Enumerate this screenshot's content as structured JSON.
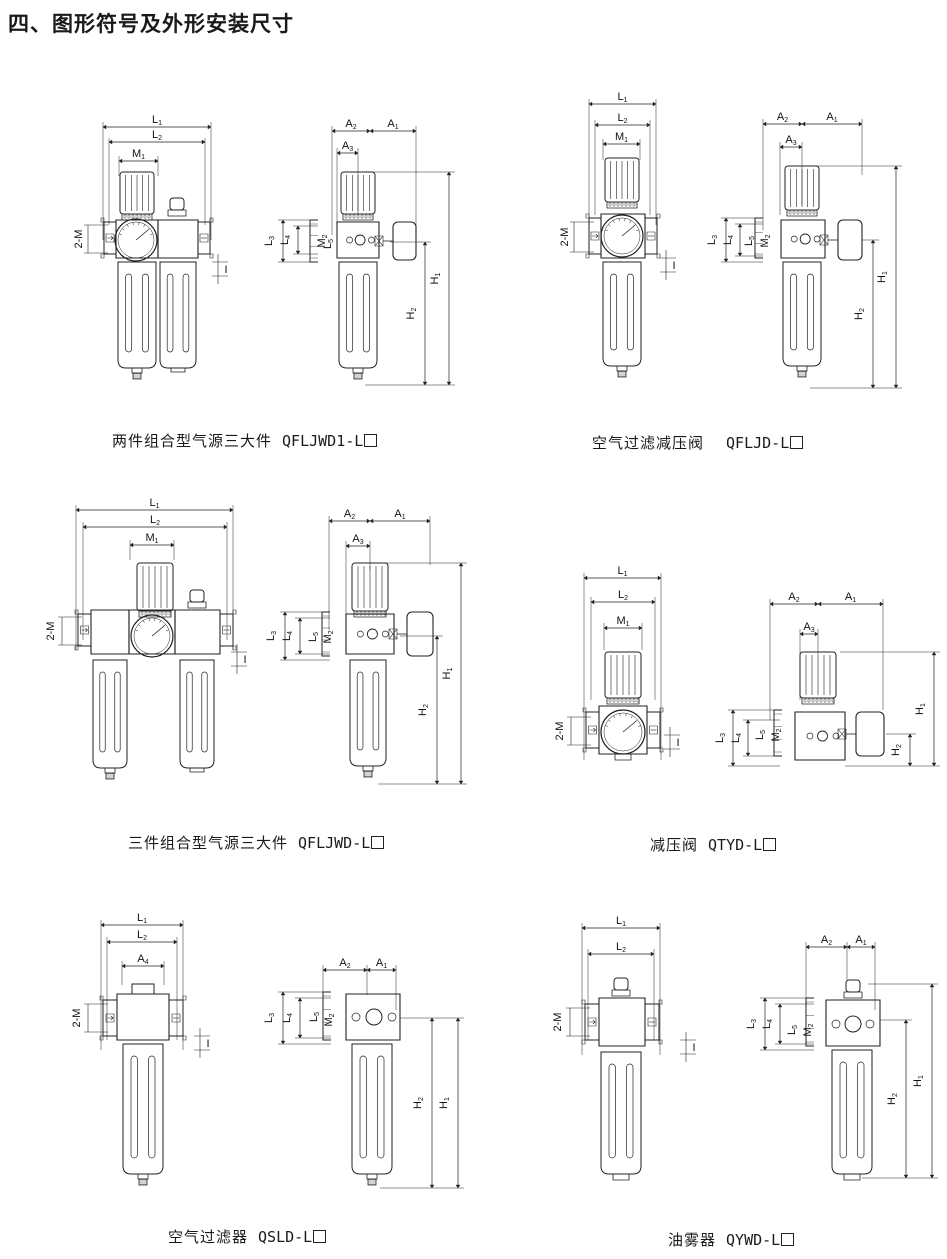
{
  "heading": "四、图形符号及外形安装尺寸",
  "dimension_labels": {
    "L1": "L1",
    "L2": "L2",
    "L3": "L3",
    "L4": "L4",
    "L5": "L5",
    "M1": "M1",
    "M2": "M2",
    "A1": "A1",
    "A2": "A2",
    "A3": "A3",
    "A4": "A4",
    "H1": "H1",
    "H2": "H2",
    "two_m": "2-M",
    "i": "I"
  },
  "panels": [
    {
      "id": "qfljwd1",
      "name": "两件组合型气源三大件",
      "model": "QFLJWD1-L"
    },
    {
      "id": "qfljd",
      "name": "空气过滤减压阀",
      "model": "QFLJD-L"
    },
    {
      "id": "qfljwd",
      "name": "三件组合型气源三大件",
      "model": "QFLJWD-L"
    },
    {
      "id": "qtyd",
      "name": "减压阀",
      "model": "QTYD-L"
    },
    {
      "id": "qsld",
      "name": "空气过滤器",
      "model": "QSLD-L"
    },
    {
      "id": "qywd",
      "name": "油雾器",
      "model": "QYWD-L"
    }
  ]
}
